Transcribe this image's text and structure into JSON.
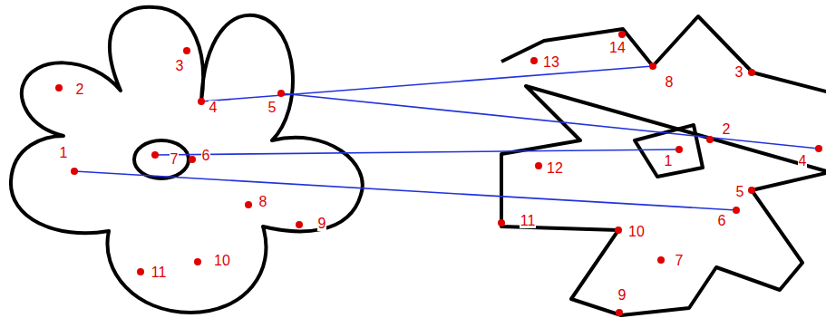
{
  "diagram": {
    "labels": [
      "1",
      "2",
      "3",
      "4",
      "5",
      "6",
      "7",
      "8",
      "9",
      "10",
      "11",
      "1",
      "2",
      "3",
      "4",
      "5",
      "6",
      "7",
      "8",
      "9",
      "10",
      "11",
      "12",
      "13",
      "14"
    ]
  }
}
